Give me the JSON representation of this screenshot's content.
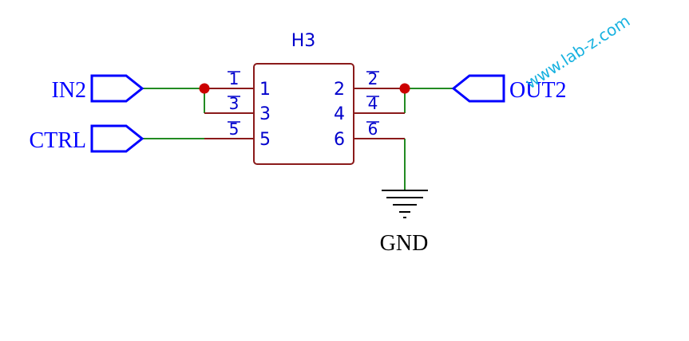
{
  "component": {
    "designator": "H3",
    "left_pins": [
      {
        "outer": "1",
        "inner": "1"
      },
      {
        "outer": "3",
        "inner": "3"
      },
      {
        "outer": "5",
        "inner": "5"
      }
    ],
    "right_pins": [
      {
        "outer": "2",
        "inner": "2"
      },
      {
        "outer": "4",
        "inner": "4"
      },
      {
        "outer": "6",
        "inner": "6"
      }
    ]
  },
  "ports": {
    "in2": "IN2",
    "ctrl": "CTRL",
    "out2": "OUT2"
  },
  "power": {
    "gnd": "GND"
  },
  "watermark": "www.lab-z.com",
  "colors": {
    "component_outline": "#8b1a1a",
    "wire": "#228b22",
    "port": "#0000ff",
    "pin_text": "#0000cc",
    "junction": "#cc0000",
    "ground": "#000000"
  }
}
